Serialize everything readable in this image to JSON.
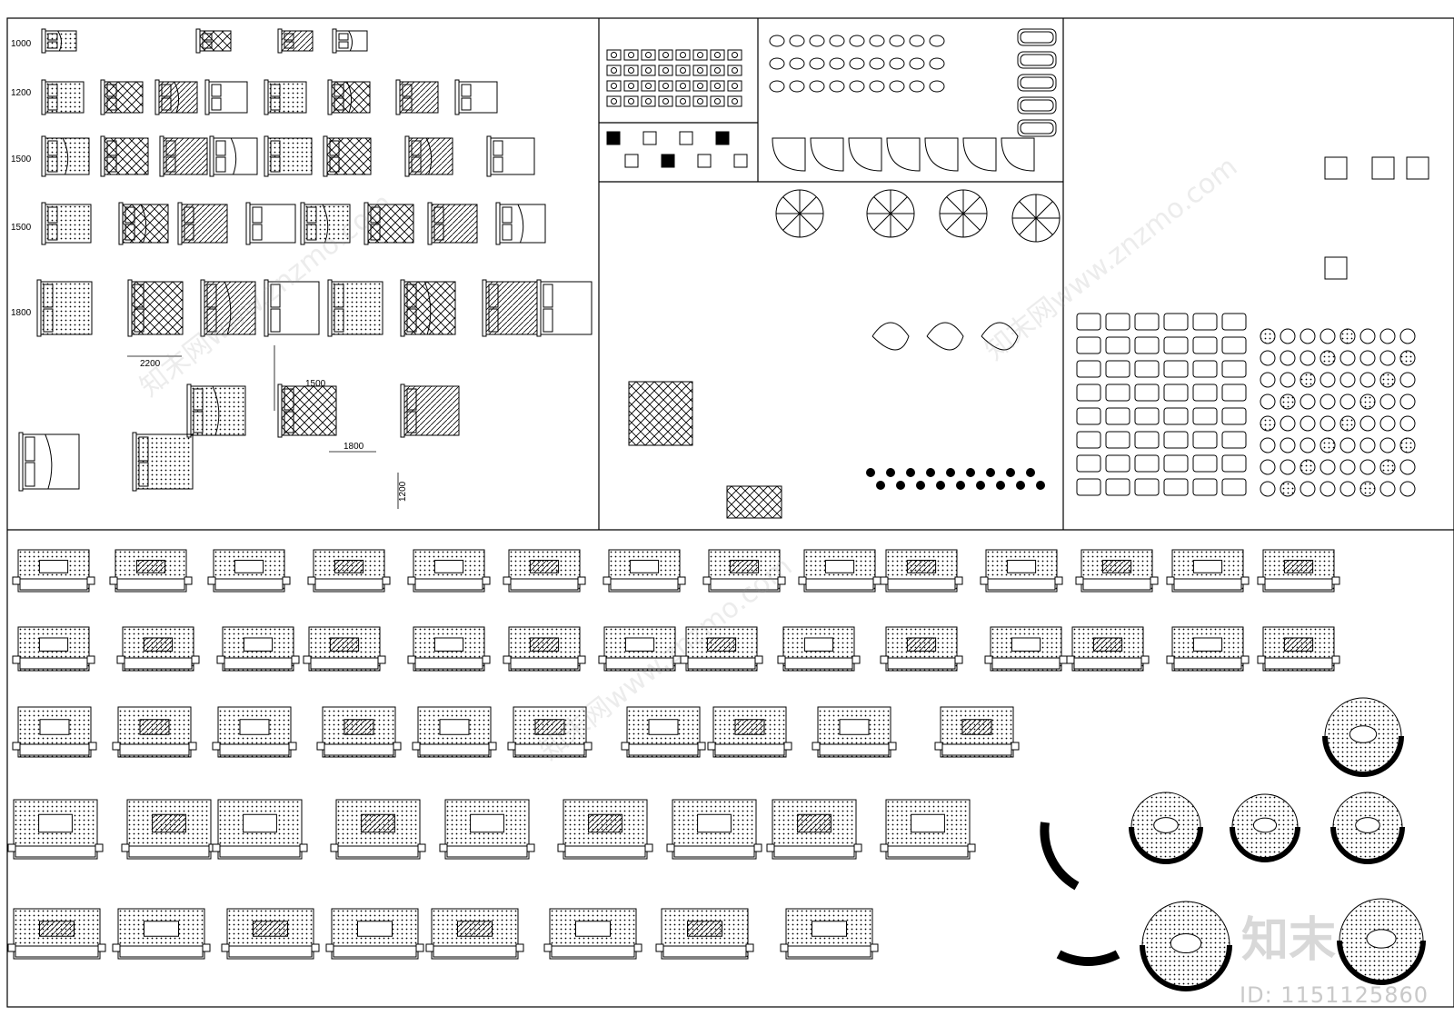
{
  "row_labels": [
    "1000",
    "1200",
    "1500",
    "1500",
    "1800"
  ],
  "dimension_labels": {
    "width_2200": "2200",
    "bed_1500": "1500",
    "bed_1800": "1800",
    "bed_1200": "1200"
  },
  "watermark": {
    "logo": "知末",
    "id_text": "ID: 1151125860",
    "site_text": "知末网www.znzmo.com"
  },
  "colors": {
    "line": "#000000",
    "background": "#ffffff",
    "watermark": "#c9c9c9"
  }
}
